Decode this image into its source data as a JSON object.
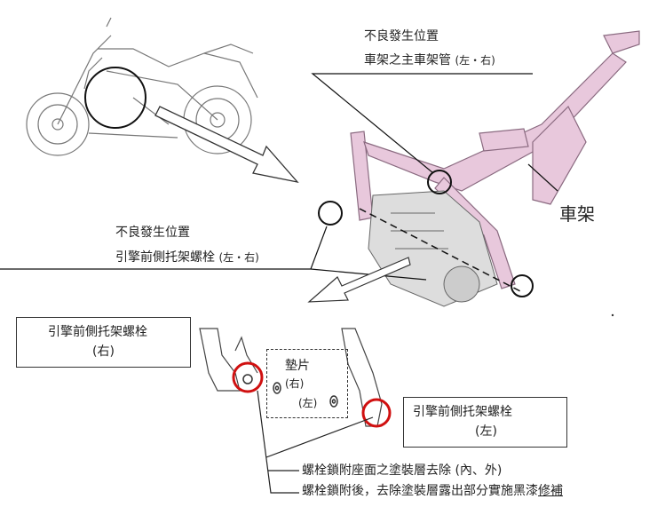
{
  "callout_frame_pipe": {
    "title": "不良發生位置",
    "location": "車架之主車架管",
    "sides": "(左・右)"
  },
  "callout_bracket_bolt": {
    "title": "不良發生位置",
    "location": "引擎前側托架螺栓",
    "sides": "(左・右)"
  },
  "frame_label": "車架",
  "detail_right_bolt": {
    "name": "引擎前側托架螺栓",
    "side": "(右)"
  },
  "detail_left_bolt": {
    "name": "引擎前側托架螺栓",
    "side": "(左)"
  },
  "washer": {
    "name": "墊片",
    "right": "(右)",
    "left": "(左)"
  },
  "instructions": {
    "line1": "螺栓鎖附座面之塗裝層去除 (內、外)",
    "line2_main": "螺栓鎖附後，去除塗裝層露出部分實施黑漆",
    "line2_underlined": "修補"
  },
  "colors": {
    "frame": "#e8c8dc",
    "highlight": "#d01010"
  }
}
